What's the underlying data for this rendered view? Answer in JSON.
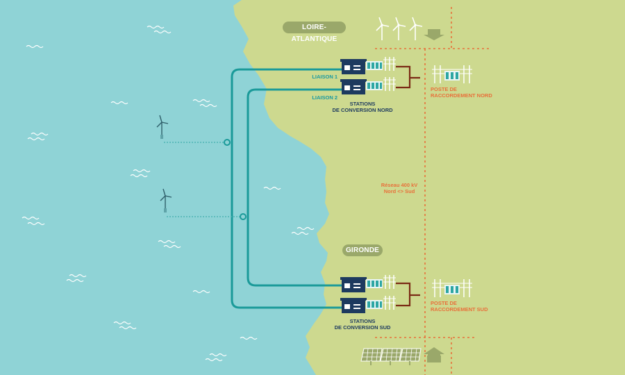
{
  "regions": {
    "north": "LOIRE-ATLANTIQUE",
    "south": "GIRONDE"
  },
  "links": {
    "link1": "LIAISON 1",
    "link2": "LIAISON 2"
  },
  "stations": {
    "north": {
      "line1": "STATIONS",
      "line2": "DE CONVERSION NORD"
    },
    "south": {
      "line1": "STATIONS",
      "line2": "DE CONVERSION SUD"
    }
  },
  "substations": {
    "north": {
      "line1": "POSTE DE",
      "line2": "RACCORDEMENT NORD"
    },
    "south": {
      "line1": "POSTE DE",
      "line2": "RACCORDEMENT SUD"
    }
  },
  "grid": {
    "line1": "Réseau 400 kV",
    "line2": "Nord <> Sud"
  },
  "colors": {
    "sea": "#8fd3d6",
    "land": "#cdd98f",
    "cable": "#1a9a99",
    "station": "#1d3a5f",
    "accent_orange": "#e8703a",
    "ac_link": "#7a2a14",
    "region_pill": "#9aa86a"
  },
  "icons": [
    "wind-turbine-icon",
    "arrow-down-icon",
    "arrow-up-icon",
    "solar-panel-icon",
    "house-icon"
  ]
}
